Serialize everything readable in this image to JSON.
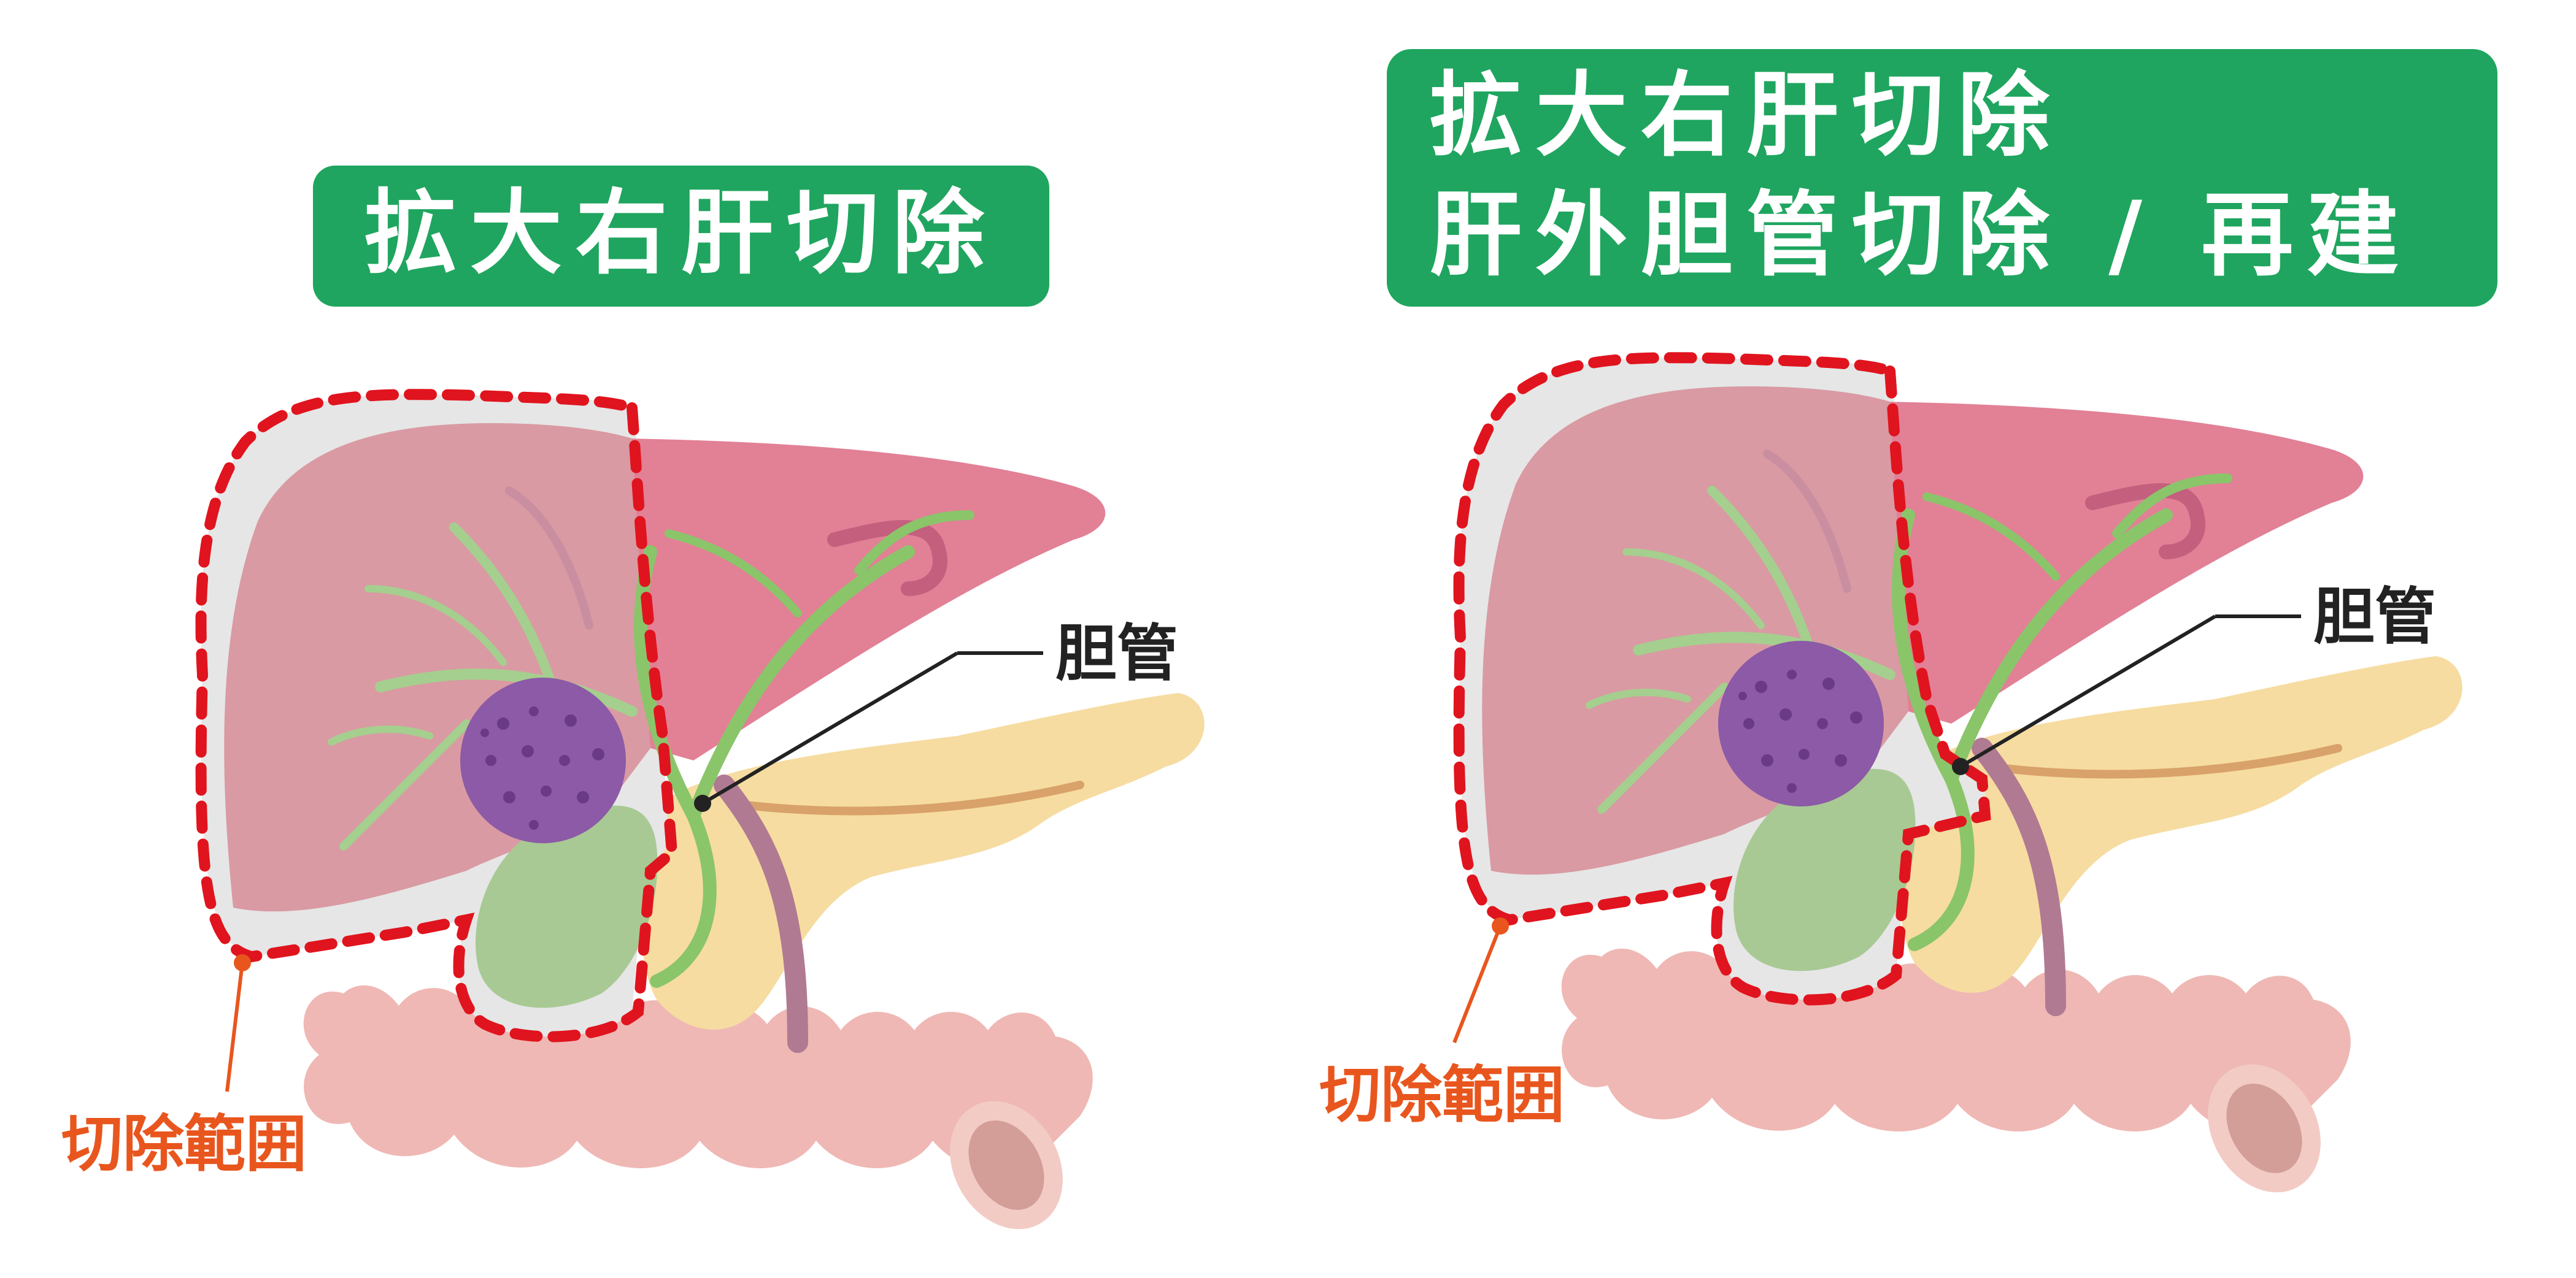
{
  "panels": [
    {
      "title_lines": [
        "拡大右肝切除"
      ],
      "label_bile_duct": "胆管",
      "label_resection": "切除範囲"
    },
    {
      "title_lines": [
        "拡大右肝切除",
        "肝外胆管切除 / 再建"
      ],
      "label_bile_duct": "胆管",
      "label_resection": "切除範囲"
    }
  ],
  "colors": {
    "title_bg": "#1fa55f",
    "title_text": "#ffffff",
    "liver": "#e28096",
    "liver_resected": "#d99aa3",
    "resection_shadow": "#e6e6e6",
    "dashed_line": "#e0141e",
    "tumor": "#8c5aa6",
    "tumor_dots": "#6a3a86",
    "bile_duct": "#8ac56a",
    "gallbladder": "#a8c994",
    "pancreas": "#f6dca1",
    "pancreatic_duct": "#d9a26a",
    "duodenum": "#efb8b4",
    "vein": "#b07a92",
    "label_text": "#222222",
    "resection_label": "#e8561e"
  },
  "icons": [
    "liver-illustration",
    "tumor-icon",
    "gallbladder-icon",
    "pancreas-icon",
    "duodenum-icon"
  ]
}
